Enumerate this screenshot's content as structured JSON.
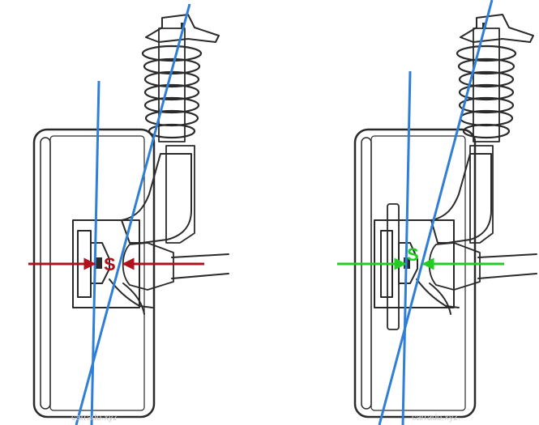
{
  "colors": {
    "axis_line": "#2f7fd6",
    "before_force": "#b0121b",
    "after_force": "#22cc22",
    "ink": "#2a2a2a",
    "tire_fill": "#f3f3f3"
  },
  "panels": [
    {
      "id": "before",
      "label": "S",
      "force_color_key": "before_force"
    },
    {
      "id": "after",
      "label": "S",
      "force_color_key": "after_force"
    }
  ],
  "watermark": "carrado.xyz"
}
